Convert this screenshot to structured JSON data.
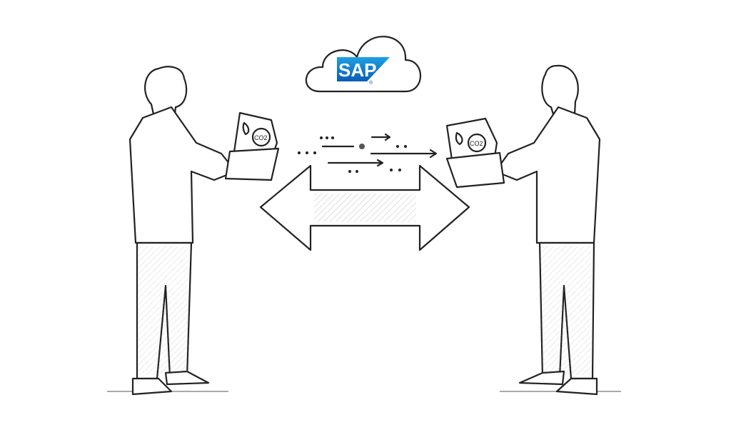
{
  "logo": {
    "text": "SAP",
    "registered": "®",
    "color_top": "#1fa0e3",
    "color_bottom": "#0a5cb8"
  },
  "left_document": {
    "label": "CO2"
  },
  "right_document": {
    "label": "CO2"
  },
  "colors": {
    "ink": "#222222",
    "background": "#ffffff"
  }
}
